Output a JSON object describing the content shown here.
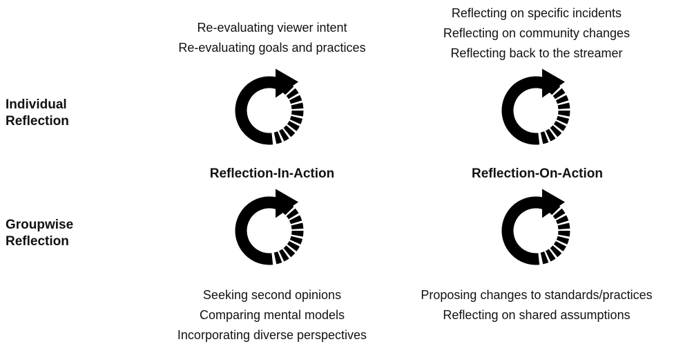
{
  "rows": {
    "individual": "Individual\nReflection",
    "groupwise": "Groupwise\nReflection"
  },
  "columns": {
    "in_action": "Reflection-In-Action",
    "on_action": "Reflection-On-Action"
  },
  "in_action_individual": [
    "Re-evaluating viewer intent",
    "Re-evaluating goals and practices"
  ],
  "on_action_individual": [
    "Reflecting on specific incidents",
    "Reflecting on community changes",
    "Reflecting back to the streamer"
  ],
  "in_action_groupwise": [
    "Seeking second opinions",
    "Comparing mental models",
    "Incorporating diverse perspectives"
  ],
  "on_action_groupwise": [
    "Proposing changes to standards/practices",
    "Reflecting on shared assumptions"
  ],
  "icons": [
    "cycle-icon",
    "cycle-icon",
    "cycle-icon",
    "cycle-icon"
  ],
  "colors": {
    "text": "#111111",
    "icon": "#000000",
    "background": "#ffffff"
  }
}
